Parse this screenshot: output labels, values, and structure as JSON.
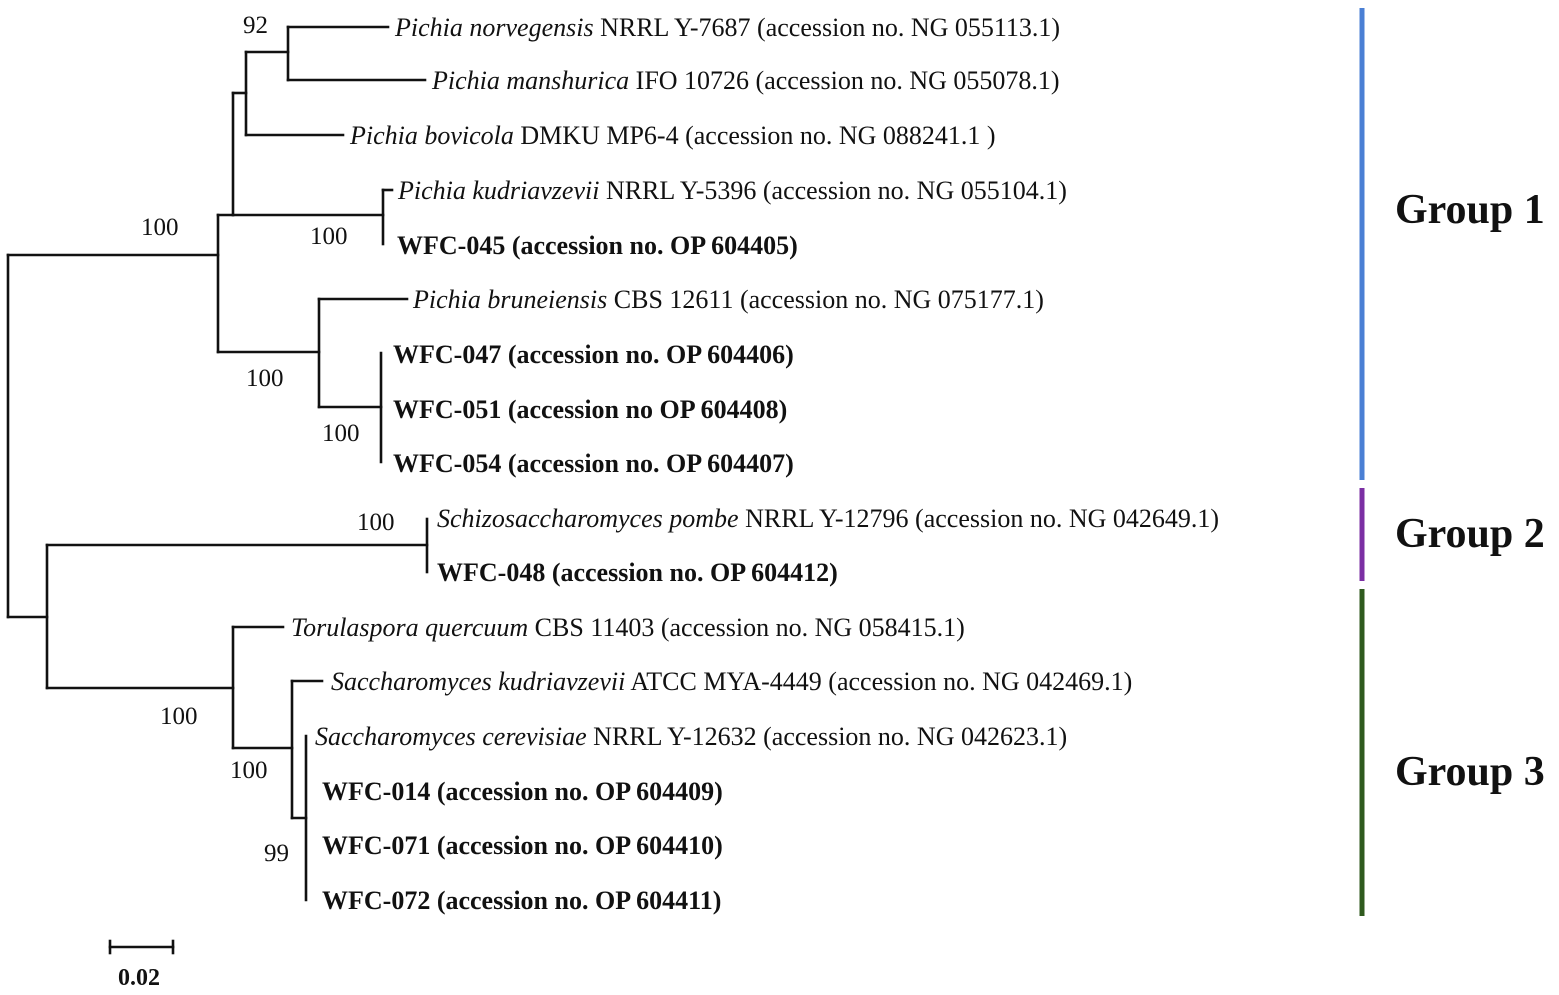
{
  "taxa": [
    {
      "species": "Pichia norvegensis",
      "rest": " NRRL Y-7687  (accession no. NG 055113.1)",
      "bold": false
    },
    {
      "species": "Pichia manshurica",
      "rest": " IFO 10726  (accession no. NG 055078.1)",
      "bold": false
    },
    {
      "species": "Pichia bovicola",
      "rest": " DMKU MP6-4  (accession no. NG 088241.1  )",
      "bold": false
    },
    {
      "species": "Pichia kudriavzevii",
      "rest": " NRRL Y-5396  (accession no. NG 055104.1)",
      "bold": false
    },
    {
      "species": "",
      "rest": "WFC-045 (accession no. OP 604405)",
      "bold": true
    },
    {
      "species": "Pichia bruneiensis",
      "rest": " CBS 12611  (accession no. NG 075177.1)",
      "bold": false
    },
    {
      "species": "",
      "rest": "WFC-047 (accession no. OP 604406)",
      "bold": true
    },
    {
      "species": "",
      "rest": "WFC-051 (accession no OP 604408)",
      "bold": true
    },
    {
      "species": "",
      "rest": "WFC-054 (accession no. OP 604407)",
      "bold": true
    },
    {
      "species": "Schizosaccharomyces pombe",
      "rest": " NRRL Y-12796  (accession no. NG 042649.1)",
      "bold": false
    },
    {
      "species": "",
      "rest": "WFC-048 (accession no. OP 604412)",
      "bold": true
    },
    {
      "species": "Torulaspora quercuum",
      "rest": " CBS 11403  (accession no. NG 058415.1)",
      "bold": false
    },
    {
      "species": "Saccharomyces kudriavzevii",
      "rest": " ATCC MYA-4449  (accession no. NG 042469.1)",
      "bold": false
    },
    {
      "species": "Saccharomyces cerevisiae",
      "rest": " NRRL Y-12632  (accession no. NG 042623.1)",
      "bold": false
    },
    {
      "species": "",
      "rest": "WFC-014 (accession no. OP 604409)",
      "bold": true
    },
    {
      "species": "",
      "rest": "WFC-071 (accession no. OP 604410)",
      "bold": true
    },
    {
      "species": "",
      "rest": "WFC-072 (accession no. OP 604411)",
      "bold": true
    }
  ],
  "bootstrap_values": [
    "92",
    "100",
    "100",
    "100",
    "100",
    "100",
    "100",
    "100",
    "99"
  ],
  "groups": [
    {
      "label": "Group 1",
      "color": "#4a7fd4"
    },
    {
      "label": "Group 2",
      "color": "#7b2fa3"
    },
    {
      "label": "Group 3",
      "color": "#2f5a1e"
    }
  ],
  "scale_bar": {
    "label": "0.02"
  }
}
